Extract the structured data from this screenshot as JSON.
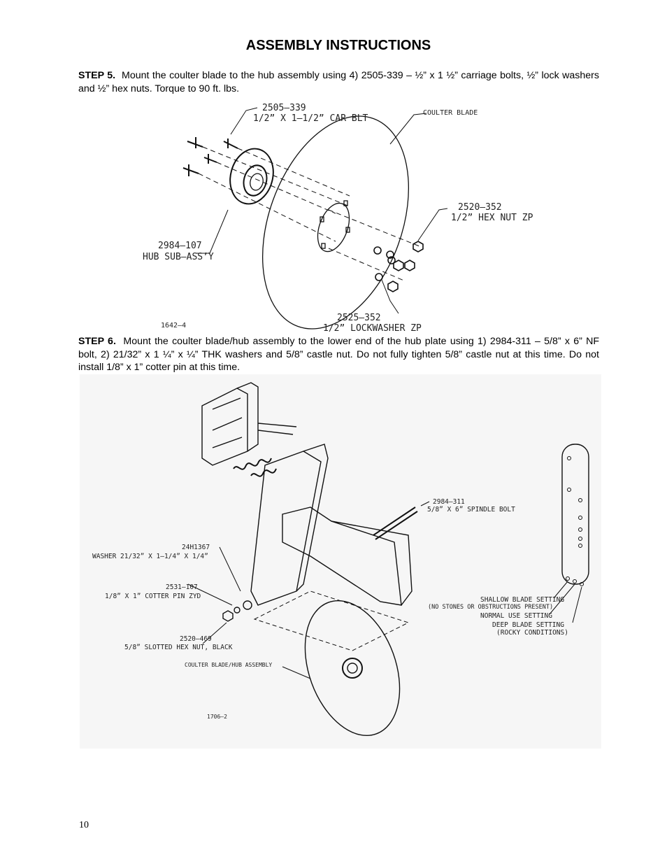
{
  "page": {
    "title": "ASSEMBLY INSTRUCTIONS",
    "page_number": "10"
  },
  "step5": {
    "label": "STEP 5.",
    "text": "Mount the coulter blade to the hub assembly using 4) 2505-339 – ½” x 1 ½” carriage bolts, ½” lock washers and ½” hex nuts.  Torque to 90 ft. lbs."
  },
  "figure1": {
    "callouts": {
      "carriage_bolt_num": "2505–339",
      "carriage_bolt_desc": "1/2” X 1–1/2” CAR BLT",
      "coulter_blade": "COULTER BLADE",
      "hex_nut_num": "2520–352",
      "hex_nut_desc": "1/2” HEX NUT ZP",
      "hub_num": "2984–107",
      "hub_desc": "HUB SUB–ASS’Y",
      "lockwasher_num": "2525–352",
      "lockwasher_desc": "1/2” LOCKWASHER ZP"
    },
    "drawing_id": "1642–4"
  },
  "step6": {
    "label": "STEP 6.",
    "text": "Mount the coulter blade/hub assembly to the lower end of the hub plate using 1) 2984-311 – 5/8” x 6”  NF bolt, 2) 21/32” x 1 ¼” x ¼” THK washers and 5/8” castle nut.  Do not fully tighten 5/8” castle nut at this time.  Do not install 1/8” x 1” cotter pin at this time."
  },
  "figure2": {
    "callouts": {
      "spindle_bolt_num": "2984–311",
      "spindle_bolt_desc": "5/8” X 6” SPINDLE BOLT",
      "washer_num": "24H1367",
      "washer_desc": "WASHER 21/32” X 1–1/4” X 1/4”",
      "cotter_num": "2531–107",
      "cotter_desc": "1/8” X 1” COTTER PIN ZYD",
      "slotted_nut_num": "2520–469",
      "slotted_nut_desc": "5/8” SLOTTED HEX NUT, BLACK",
      "blade_hub_assembly": "COULTER BLADE/HUB ASSEMBLY",
      "shallow_setting": "SHALLOW BLADE SETTING",
      "shallow_note": "(NO STONES OR OBSTRUCTIONS PRESENT)",
      "normal_setting": "NORMAL USE SETTING",
      "deep_setting": "DEEP BLADE SETTING",
      "deep_note": "(ROCKY CONDITIONS)"
    },
    "drawing_id": "1706–2"
  }
}
